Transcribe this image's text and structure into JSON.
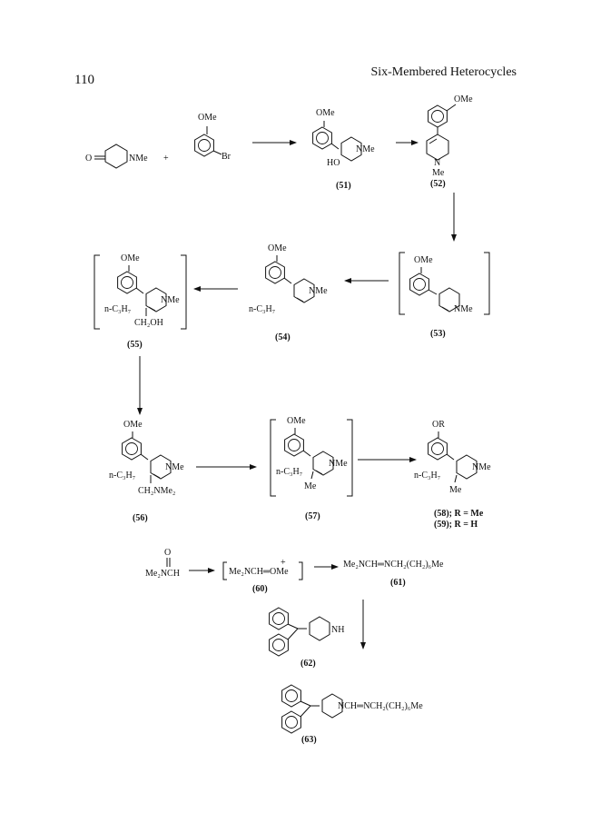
{
  "page": {
    "number": "110",
    "running_header": "Six-Membered Heterocycles"
  },
  "labels": {
    "ome": "OMe",
    "or": "OR",
    "nme": "NMe",
    "n": "N",
    "me": "Me",
    "nh": "NH",
    "br": "Br",
    "ho": "HO",
    "o": "O",
    "plus": "+",
    "propyl": "n-C₃H₇",
    "ch2oh": "CH₂OH",
    "ch2nme2": "CH₂NMe₂",
    "me2nch": "Me₂NCH",
    "iminium": "Me₂NCH═OMe",
    "iminium_charge": "+",
    "amidine61": "Me₂NCH═NCH₂(CH₂)₆Me",
    "amidine63": "NCH═NCH₂(CH₂)₆Me"
  },
  "compounds": {
    "c51": "(51)",
    "c52": "(52)",
    "c53": "(53)",
    "c54": "(54)",
    "c55": "(55)",
    "c56": "(56)",
    "c57": "(57)",
    "c58": "(58); R = Me",
    "c59": "(59); R = H",
    "c60": "(60)",
    "c61": "(61)",
    "c62": "(62)",
    "c63": "(63)"
  }
}
